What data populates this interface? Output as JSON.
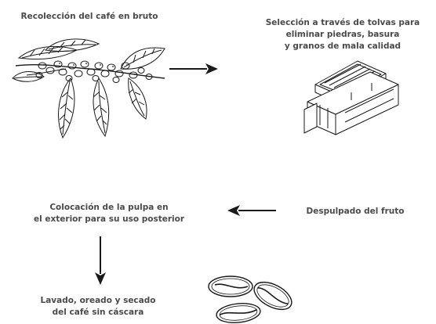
{
  "steps": [
    {
      "id": "collect",
      "lines": [
        "Recolección del café en bruto"
      ]
    },
    {
      "id": "select",
      "lines": [
        "Selección a través de tolvas para",
        "eliminar piedras, basura",
        "y granos de mala calidad"
      ]
    },
    {
      "id": "pulp",
      "lines": [
        "Despulpado del fruto"
      ]
    },
    {
      "id": "place",
      "lines": [
        "Colocación de la pulpa en",
        "el exterior para su uso posterior"
      ]
    },
    {
      "id": "wash",
      "lines": [
        "Lavado, oreado y secado",
        "del café sin cáscara"
      ]
    }
  ],
  "illustrations": {
    "branch": "coffee-branch-illustration",
    "hopper": "hopper-machine-illustration",
    "beans": "coffee-beans-illustration"
  },
  "colors": {
    "text": "#4a4a4a",
    "stroke": "#1a1a1a"
  }
}
